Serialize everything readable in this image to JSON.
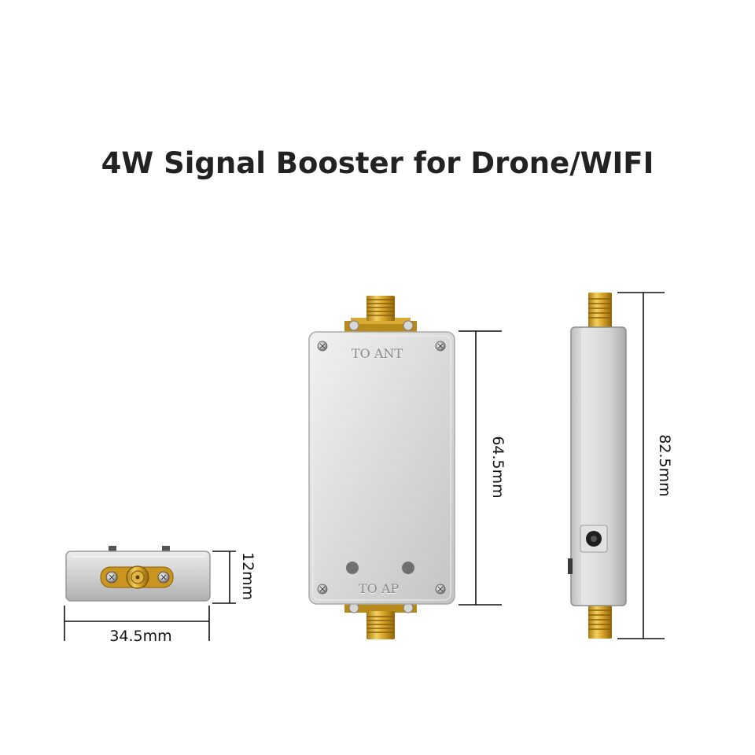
{
  "title": "4W Signal Booster for Drone/WIFI",
  "front_view": {
    "top_port_label": "TO ANT",
    "bottom_port_label": "TO AP"
  },
  "dimensions": {
    "front_height": "64.5mm",
    "side_height": "82.5mm",
    "end_width": "34.5mm",
    "end_thickness": "12mm"
  },
  "colors": {
    "title": "#222222",
    "housing": "#d8d8d8",
    "connector_gold": "#d8a52a",
    "dimension_line": "#111111"
  }
}
